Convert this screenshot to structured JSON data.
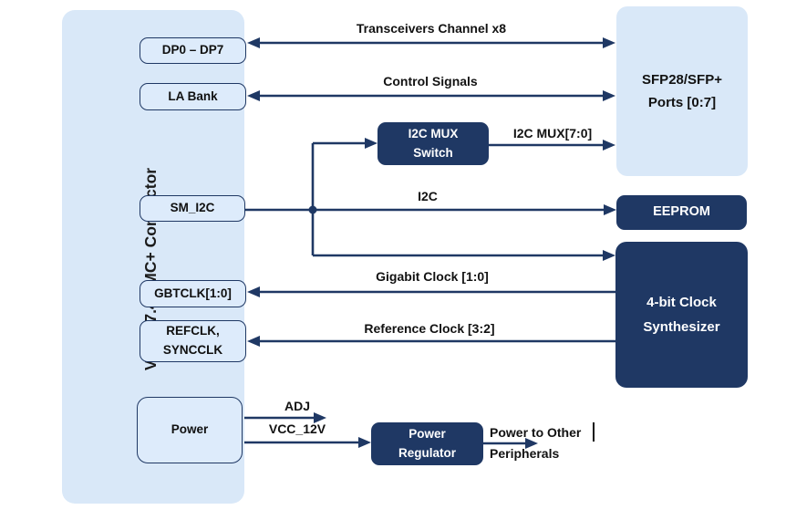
{
  "fmc": {
    "title": "VITA 57.4 FMC+ Connector",
    "ports": {
      "dp": "DP0 – DP7",
      "la": "LA Bank",
      "sm_i2c": "SM_I2C",
      "gbtclk": "GBTCLK[1:0]",
      "refclk": "REFCLK,\nSYNCCLK",
      "power": "Power"
    }
  },
  "blocks": {
    "sfp": "SFP28/SFP+\nPorts [0:7]",
    "i2c_mux": "I2C MUX\nSwitch",
    "eeprom": "EEPROM",
    "clock_synth": "4-bit Clock\nSynthesizer",
    "power_reg": "Power\nRegulator"
  },
  "signals": {
    "transceivers": "Transceivers Channel x8",
    "control": "Control Signals",
    "i2c_mux_bus": "I2C MUX[7:0]",
    "i2c": "I2C",
    "gigabit_clock": "Gigabit Clock [1:0]",
    "reference_clock": "Reference Clock [3:2]",
    "adj": "ADJ",
    "vcc_12v": "VCC_12V",
    "power_out": "Power to Other\nPeripherals"
  },
  "colors": {
    "light_blue": "#D9E8F8",
    "box_fill": "#DDEBFB",
    "navy": "#1F3864",
    "ink": "#141414"
  }
}
